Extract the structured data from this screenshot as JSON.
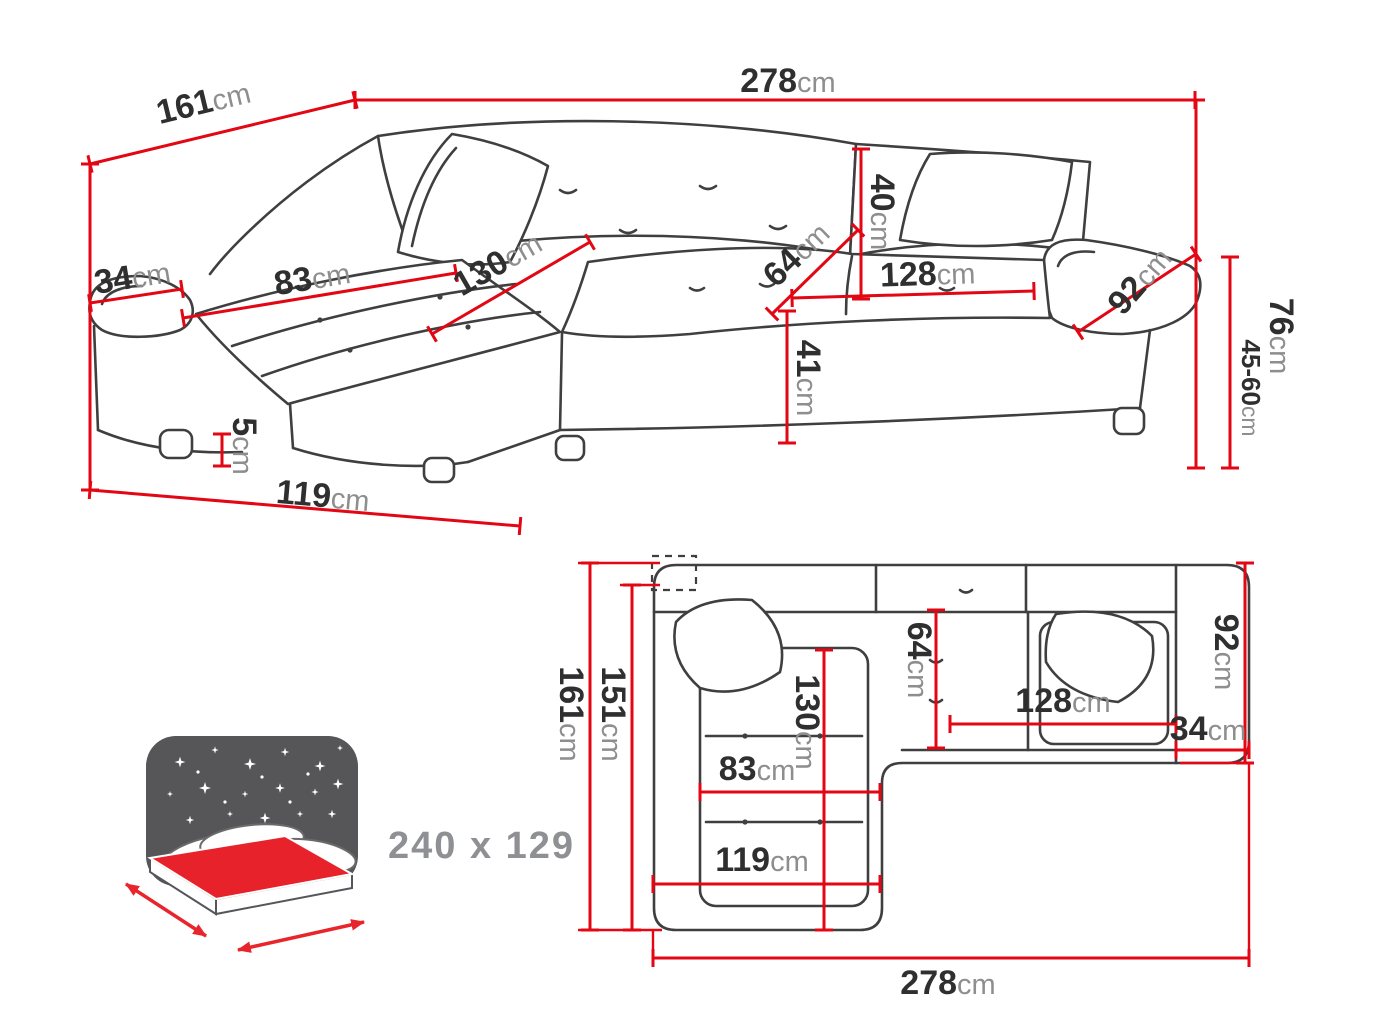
{
  "title": "corner-sofa-dimensions-diagram",
  "colors": {
    "dimension_line": "#e30613",
    "outline": "#3f3f3f",
    "value_text": "#2f2f2f",
    "unit_text": "#8e8e8e",
    "mattress_red": "#e8222a",
    "icon_background": "#565659"
  },
  "perspective_view": {
    "dimensions": {
      "total_width": {
        "value": "278",
        "unit": "cm"
      },
      "total_depth": {
        "value": "161",
        "unit": "cm"
      },
      "armrest_width": {
        "value": "34",
        "unit": "cm"
      },
      "chaise_cushion_width": {
        "value": "83",
        "unit": "cm"
      },
      "chaise_cushion_length": {
        "value": "130",
        "unit": "cm"
      },
      "backrest_height": {
        "value": "40",
        "unit": "cm"
      },
      "seat_depth": {
        "value": "64",
        "unit": "cm"
      },
      "seat_width": {
        "value": "128",
        "unit": "cm"
      },
      "armrest_length": {
        "value": "92",
        "unit": "cm"
      },
      "total_height": {
        "value": "76",
        "unit": "cm"
      },
      "armrest_height_range": {
        "value": "45-60",
        "unit": "cm"
      },
      "seat_height": {
        "value": "41",
        "unit": "cm"
      },
      "leg_height": {
        "value": "5",
        "unit": "cm"
      },
      "chaise_depth": {
        "value": "119",
        "unit": "cm"
      }
    }
  },
  "top_view": {
    "dimensions": {
      "total_depth": {
        "value": "161",
        "unit": "cm"
      },
      "inner_depth": {
        "value": "151",
        "unit": "cm"
      },
      "armrest_length": {
        "value": "92",
        "unit": "cm"
      },
      "chaise_cushion_length": {
        "value": "130",
        "unit": "cm"
      },
      "seat_depth": {
        "value": "64",
        "unit": "cm"
      },
      "seat_width": {
        "value": "128",
        "unit": "cm"
      },
      "armrest_width": {
        "value": "34",
        "unit": "cm"
      },
      "chaise_cushion_width": {
        "value": "83",
        "unit": "cm"
      },
      "chaise_depth": {
        "value": "119",
        "unit": "cm"
      },
      "total_width": {
        "value": "278",
        "unit": "cm"
      }
    }
  },
  "sleeping_area": {
    "label": "240 x 129"
  }
}
